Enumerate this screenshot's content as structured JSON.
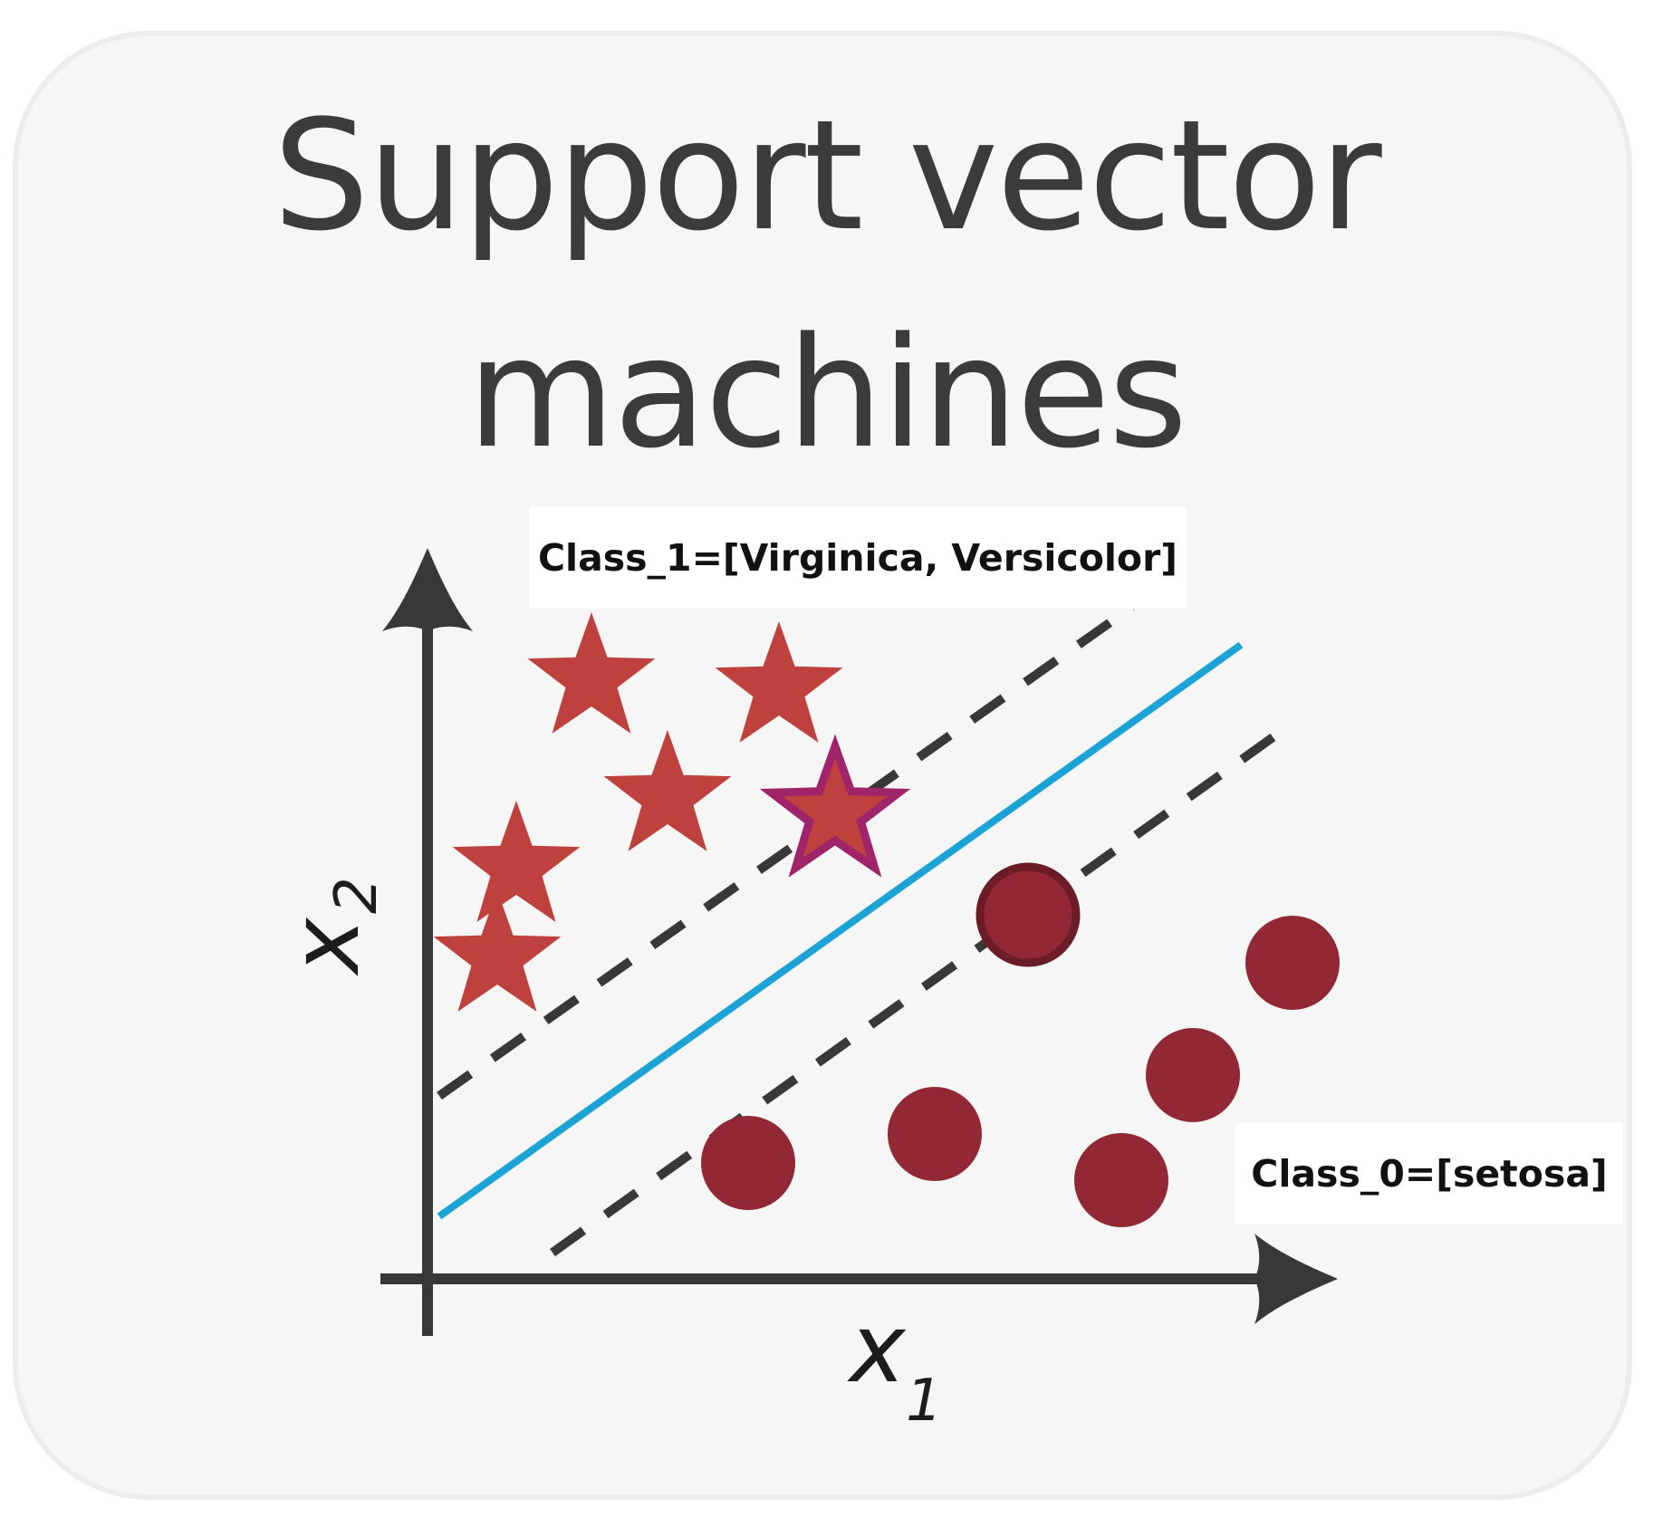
{
  "title": {
    "line1": "Support vector",
    "line2": "machines"
  },
  "labels": {
    "class1": "Class_1=[Virginica, Versicolor]",
    "class0": "Class_0=[setosa]"
  },
  "axes": {
    "x_var": "x",
    "x_sub": "1",
    "y_var": "x",
    "y_sub": "2"
  },
  "colors": {
    "background": "#f6f6f6",
    "axis": "#383838",
    "hyperplane": "#1ba3d6",
    "margin_line": "#383838",
    "star_fill": "#bf413d",
    "star_support_stroke": "#a0246a",
    "circle_fill": "#922833",
    "circle_support_stroke": "#6b1c26"
  },
  "icons": {
    "class1_marker": "star-icon",
    "class0_marker": "circle-icon"
  }
}
